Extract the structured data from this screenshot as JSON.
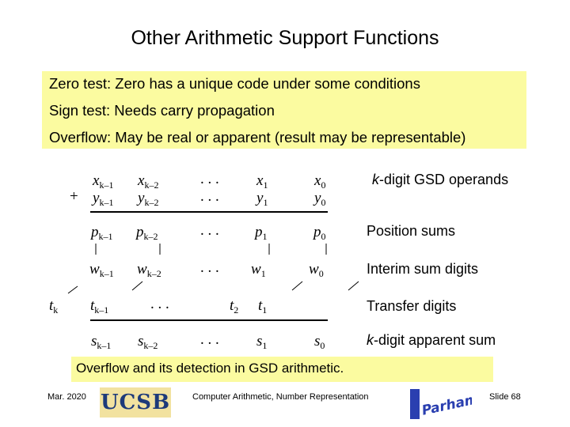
{
  "title": "Other Arithmetic Support Functions",
  "info_box": {
    "line1": "Zero test: Zero has a unique code under some conditions",
    "line2": "Sign test: Needs carry propagation",
    "line3": "Overflow: May be real or apparent (result may be representable)"
  },
  "diagram": {
    "plus_sign": "+",
    "dots": ". . .",
    "row_x": [
      "x",
      "k–1",
      "x",
      "k–2",
      "x",
      "1",
      "x",
      "0"
    ],
    "row_y": [
      "y",
      "k–1",
      "y",
      "k–2",
      "y",
      "1",
      "y",
      "0"
    ],
    "row_p": [
      "p",
      "k–1",
      "p",
      "k–2",
      "p",
      "1",
      "p",
      "0"
    ],
    "row_w": [
      "w",
      "k–1",
      "w",
      "k–2",
      "w",
      "1",
      "w",
      "0"
    ],
    "row_t": [
      "t",
      "k",
      "t",
      "k–1",
      "t",
      "2",
      "t",
      "1"
    ],
    "row_s": [
      "s",
      "k–1",
      "s",
      "k–2",
      "s",
      "1",
      "s",
      "0"
    ],
    "labels": {
      "operands_k": "k",
      "operands_rest": "-digit GSD operands",
      "position_sums": "Position sums",
      "interim": "Interim sum digits",
      "transfer": "Transfer digits",
      "apparent_k": "k",
      "apparent_rest": "-digit apparent sum"
    }
  },
  "caption": "Overflow and its detection in GSD arithmetic.",
  "footer": {
    "date": "Mar. 2020",
    "ucsb_logo": "UCSB",
    "course": "Computer Arithmetic, Number Representation",
    "author_logo": "B-Parhami",
    "slide": "Slide 68"
  }
}
